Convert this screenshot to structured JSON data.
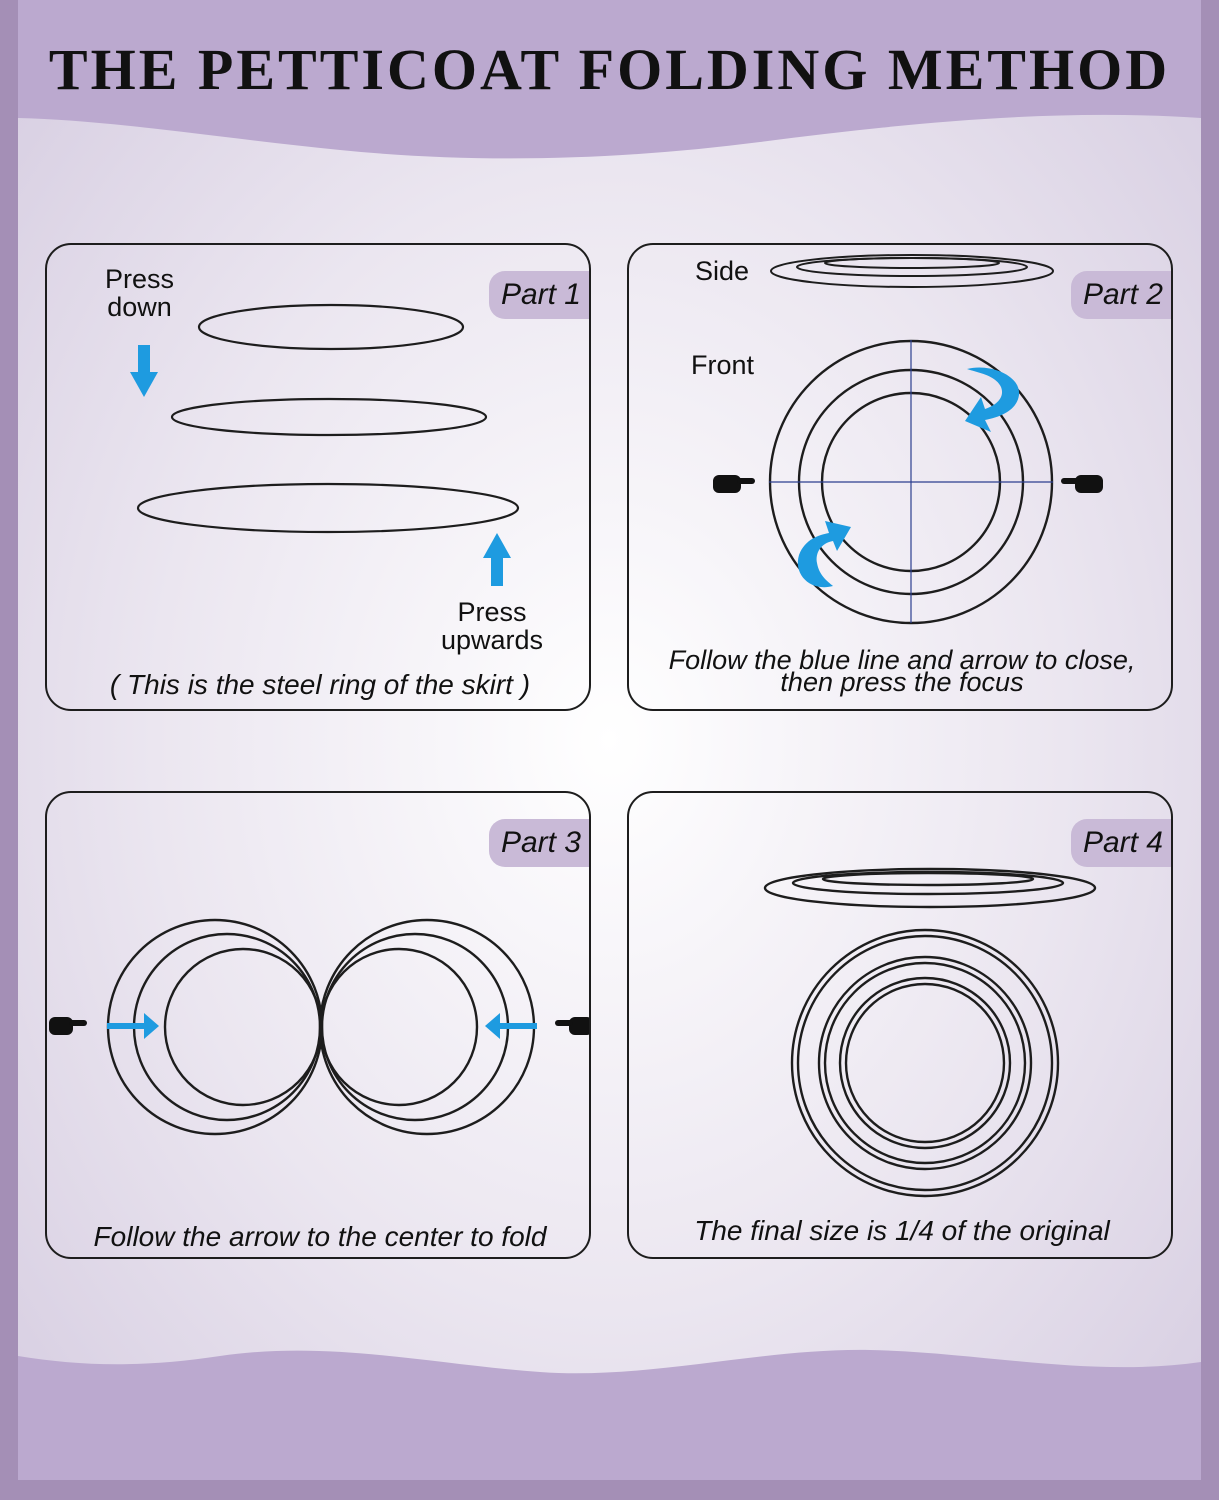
{
  "title": "THE PETTICOAT FOLDING METHOD",
  "colors": {
    "background": "#a48fb6",
    "header_band": "#bba9cf",
    "panel_area": "#e6e0ec",
    "tab": "#c9bad7",
    "arrow_blue": "#1e9be0",
    "line": "#1d1d1d"
  },
  "panels": [
    {
      "tab": "Part 1",
      "labels": {
        "press_down": [
          "Press",
          "down"
        ],
        "press_upwards": [
          "Press",
          "upwards"
        ]
      },
      "caption": "( This is the steel ring of the skirt )"
    },
    {
      "tab": "Part 2",
      "labels": {
        "side": "Side",
        "front": "Front"
      },
      "caption": [
        "Follow the blue line and arrow to close,",
        "then press the focus"
      ]
    },
    {
      "tab": "Part 3",
      "caption": "Follow the arrow to the center to fold"
    },
    {
      "tab": "Part 4",
      "caption": "The final size is 1/4 of the original"
    }
  ],
  "icons": [
    "arrow-down-icon",
    "arrow-up-icon",
    "curved-arrow-icon",
    "pointing-hand-icon",
    "arrow-right-icon",
    "arrow-left-icon"
  ]
}
